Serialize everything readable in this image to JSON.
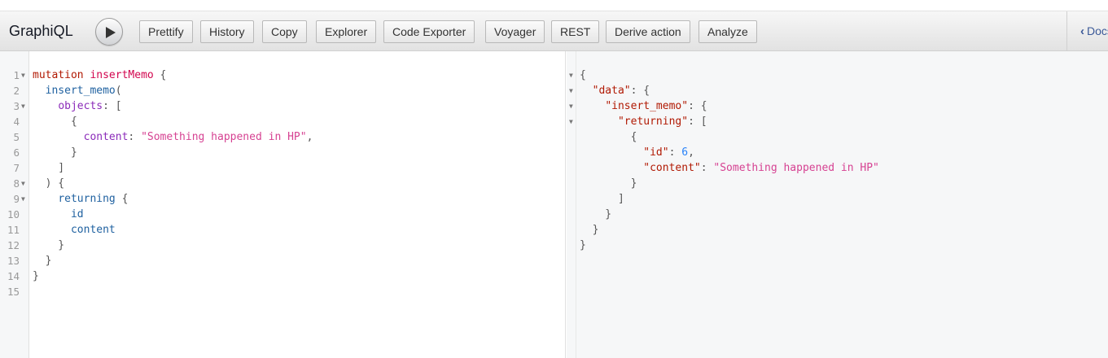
{
  "app": {
    "title": "GraphiQL"
  },
  "toolbar": {
    "buttons": [
      {
        "label": "Prettify"
      },
      {
        "label": "History"
      },
      {
        "label": "Copy"
      },
      {
        "label": "Explorer"
      },
      {
        "label": "Code Exporter"
      },
      {
        "label": "Voyager"
      },
      {
        "label": "REST"
      },
      {
        "label": "Derive action"
      },
      {
        "label": "Analyze"
      }
    ],
    "docs_label": "Docs"
  },
  "editor": {
    "line_numbers": [
      "1",
      "2",
      "3",
      "4",
      "5",
      "6",
      "7",
      "8",
      "9",
      "10",
      "11",
      "12",
      "13",
      "14",
      "15"
    ],
    "tokens": {
      "mutation": "mutation",
      "op_name": "insertMemo",
      "insert_memo": "insert_memo",
      "objects": "objects",
      "content_arg": "content",
      "content_value": "\"Something happened in HP\"",
      "returning": "returning",
      "id": "id",
      "content": "content"
    }
  },
  "result": {
    "keys": {
      "data": "\"data\"",
      "insert_memo": "\"insert_memo\"",
      "returning": "\"returning\"",
      "id": "\"id\"",
      "content": "\"content\""
    },
    "values": {
      "id": "6",
      "content": "\"Something happened in HP\""
    }
  }
}
